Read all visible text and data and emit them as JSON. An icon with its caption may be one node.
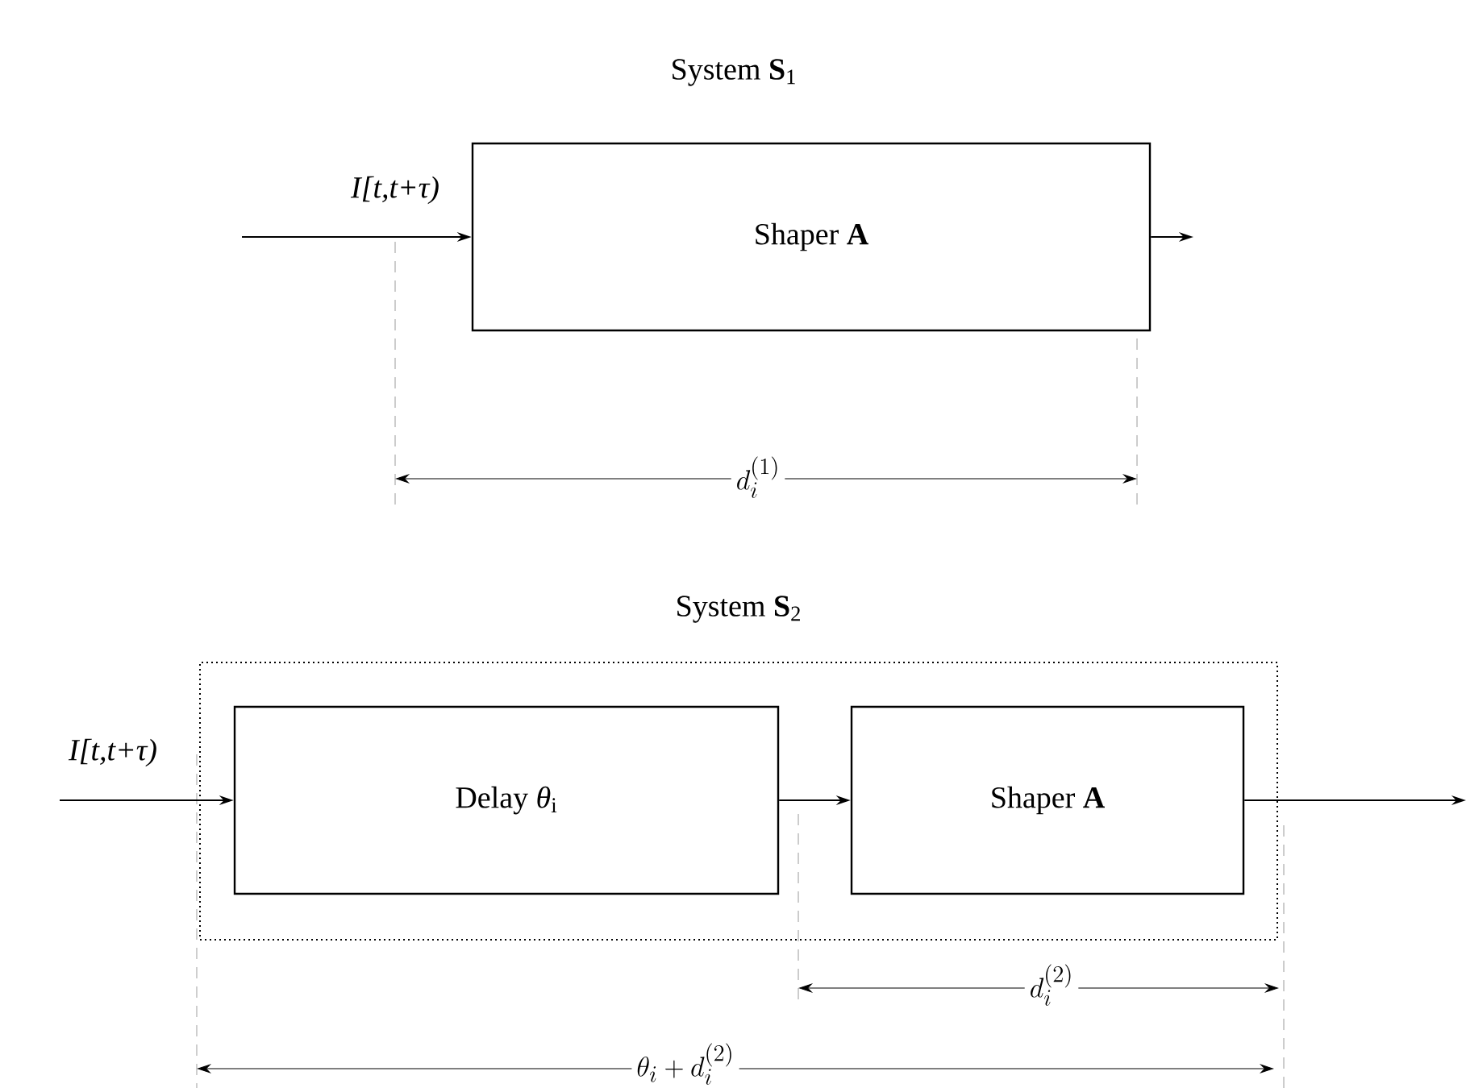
{
  "diagram": {
    "title": "System **S**$_{1}$",
    "nodes": [
      {
        "text": [
          "Shaper **A**"
        ]
      },
      {
        "text": [
          "System **S**$_{2}$"
        ]
      },
      {
        "text": [
          "Delay *θ*$_{i}$"
        ],
        "in": 1
      },
      {
        "text": [
          "Shaper **A**"
        ],
        "in": 1
      }
    ],
    "edges": [
      {
        "from": null,
        "to": 0,
        "arrow": "to",
        "label": "I[t,t+τ)"
      },
      {
        "from": 0,
        "to": null,
        "arrow": "to"
      },
      {
        "from": null,
        "to": 2,
        "arrow": "to",
        "label": "I[t,t+τ)"
      },
      {
        "from": 2,
        "to": 3,
        "arrow": "to"
      },
      {
        "from": 3,
        "to": null,
        "arrow": "to"
      }
    ],
    "labels": [
      "d_i^{(1)}",
      "d_i^{(2)}",
      "\\theta_i + d_i^{(2)}"
    ]
  }
}
